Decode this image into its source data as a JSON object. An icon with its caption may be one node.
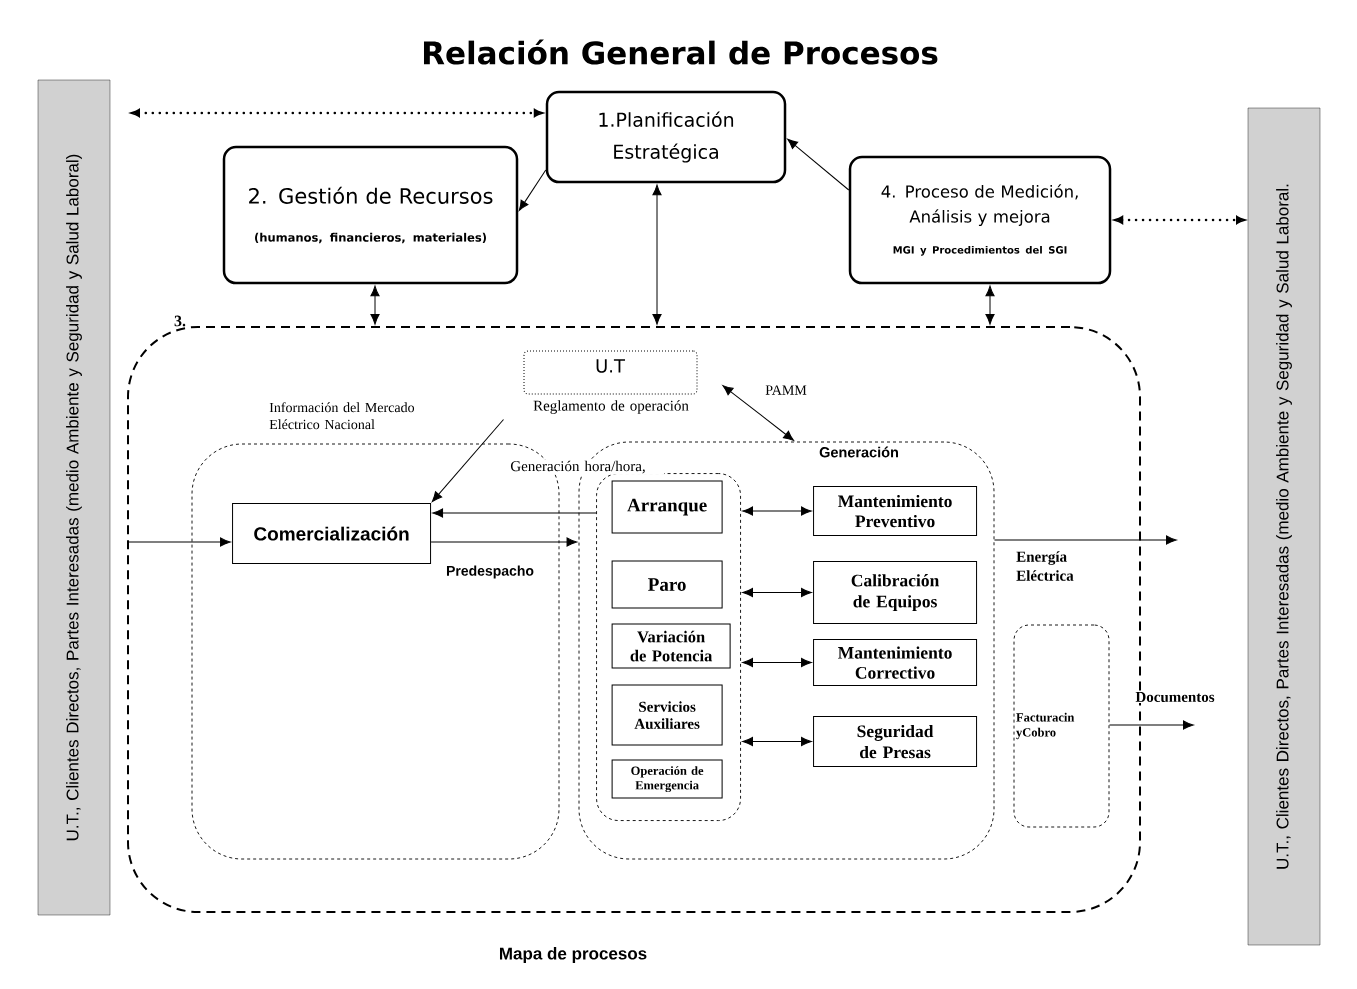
{
  "diagram": {
    "title": "Relación General de Procesos",
    "caption": "Mapa de procesos",
    "nodes": [
      {
        "text": [
          "U.T., Clientes Directos, Partes Interesadas (medio Ambiente y Seguridad y Salud Laboral)"
        ]
      },
      {
        "text": [
          "U.T., Clientes Directos, Partes Interesadas (medio Ambiente y Seguridad y Salud Laboral."
        ]
      },
      {
        "text": [
          "1.Planificación Estratégica"
        ]
      },
      {
        "text": [
          "2. Gestión de Recursos",
          "(humanos, financieros, materiales)"
        ]
      },
      {
        "text": [
          "4. Proceso de Medición, Análisis y mejora",
          "MGI y Procedimientos del SGI"
        ]
      },
      {
        "text": [
          "3."
        ]
      },
      {
        "text": [
          "Información del Mercado Eléctrico Nacional"
        ],
        "in": 5
      },
      {
        "text": [
          "Comercialización"
        ],
        "in": 6
      },
      {
        "text": [
          "U.T",
          "Reglamento de operación"
        ],
        "in": 5
      },
      {
        "text": [
          "Generación"
        ],
        "in": 5
      },
      {
        "text": [],
        "shape": "box",
        "in": 9
      },
      {
        "text": [
          "Arranque"
        ],
        "in": 10
      },
      {
        "text": [
          "Paro"
        ],
        "in": 10
      },
      {
        "text": [
          "Variación de Potencia"
        ],
        "in": 10
      },
      {
        "text": [
          "Servicios Auxiliares"
        ],
        "in": 10
      },
      {
        "text": [
          "Operación de Emergencia"
        ],
        "in": 10
      },
      {
        "text": [
          "Mantenimiento Preventivo"
        ],
        "in": 9
      },
      {
        "text": [
          "Calibración de Equipos"
        ],
        "in": 9
      },
      {
        "text": [
          "Mantenimiento Correctivo"
        ],
        "in": 9
      },
      {
        "text": [
          "Seguridad de Presas"
        ],
        "in": 9
      },
      {
        "text": [
          "Facturacin yCobro"
        ],
        "in": 5
      }
    ],
    "edges": [
      {
        "from": 0,
        "to": 2,
        "arrow": "both",
        "style": "dashed"
      },
      {
        "from": 2,
        "to": 3,
        "arrow": "to"
      },
      {
        "from": 4,
        "to": 2,
        "arrow": "to"
      },
      {
        "from": 4,
        "to": 1,
        "arrow": "both",
        "style": "dashed"
      },
      {
        "from": 3,
        "to": 5,
        "arrow": "both"
      },
      {
        "from": 2,
        "to": 5,
        "arrow": "both"
      },
      {
        "from": 4,
        "to": 5,
        "arrow": "both"
      },
      {
        "from": null,
        "to": 7,
        "arrow": "to"
      },
      {
        "from": 7,
        "to": 9,
        "arrow": "to",
        "label": "Predespacho"
      },
      {
        "from": 10,
        "to": 7,
        "arrow": "to",
        "label": "Generación hora/hora,"
      },
      {
        "from": 8,
        "to": 7,
        "arrow": "to"
      },
      {
        "from": 8,
        "to": 9,
        "arrow": "both",
        "label": "PAMM"
      },
      {
        "from": 10,
        "to": 16,
        "arrow": "both"
      },
      {
        "from": 10,
        "to": 17,
        "arrow": "both"
      },
      {
        "from": 10,
        "to": 18,
        "arrow": "both"
      },
      {
        "from": 10,
        "to": 19,
        "arrow": "both"
      },
      {
        "from": 9,
        "to": null,
        "arrow": "to",
        "label": "Energía Eléctrica"
      },
      {
        "from": 20,
        "to": null,
        "arrow": "to",
        "label": "Documentos"
      }
    ]
  }
}
